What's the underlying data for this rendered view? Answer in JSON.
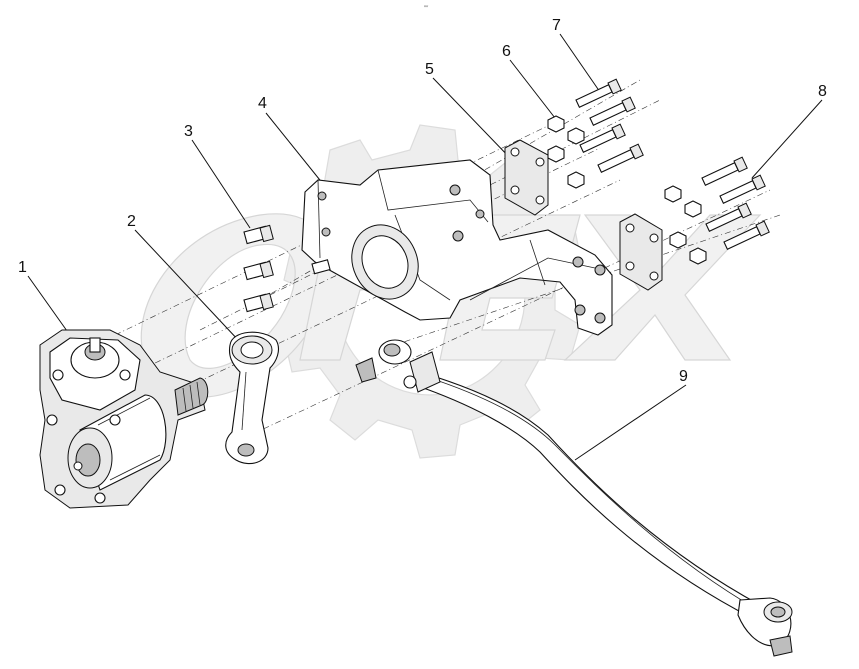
{
  "header_mark": "″″",
  "watermark": "OPEX",
  "callouts": [
    {
      "id": "1",
      "label": "1"
    },
    {
      "id": "2",
      "label": "2"
    },
    {
      "id": "3",
      "label": "3"
    },
    {
      "id": "4",
      "label": "4"
    },
    {
      "id": "5",
      "label": "5"
    },
    {
      "id": "6",
      "label": "6"
    },
    {
      "id": "7",
      "label": "7"
    },
    {
      "id": "8",
      "label": "8"
    },
    {
      "id": "9",
      "label": "9"
    }
  ],
  "parts": [
    {
      "callout": "1",
      "icon": "steering-gear-icon"
    },
    {
      "callout": "2",
      "icon": "pitman-arm-icon"
    },
    {
      "callout": "3",
      "icon": "bolt-icon"
    },
    {
      "callout": "4",
      "icon": "mounting-bracket-icon"
    },
    {
      "callout": "5",
      "icon": "bracket-plate-icon"
    },
    {
      "callout": "6",
      "icon": "nut-icon"
    },
    {
      "callout": "7",
      "icon": "long-bolt-icon"
    },
    {
      "callout": "8",
      "icon": "bolt-set-icon"
    },
    {
      "callout": "9",
      "icon": "drag-link-icon"
    }
  ]
}
